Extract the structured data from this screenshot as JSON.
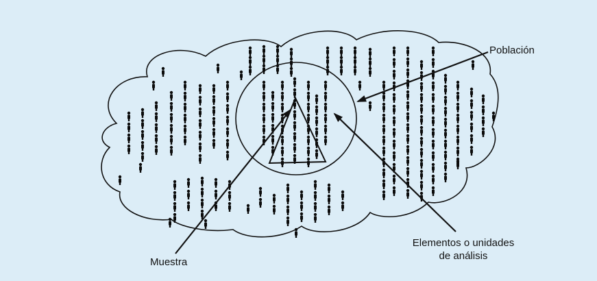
{
  "labels": {
    "population": "Población",
    "elements_line1": "Elementos o unidades",
    "elements_line2": "de análisis",
    "sample": "Muestra"
  },
  "colors": {
    "background": "#dcedf7",
    "ink": "#111111",
    "figure": "#0b0b0b"
  },
  "icons": {
    "person": "person-icon"
  }
}
